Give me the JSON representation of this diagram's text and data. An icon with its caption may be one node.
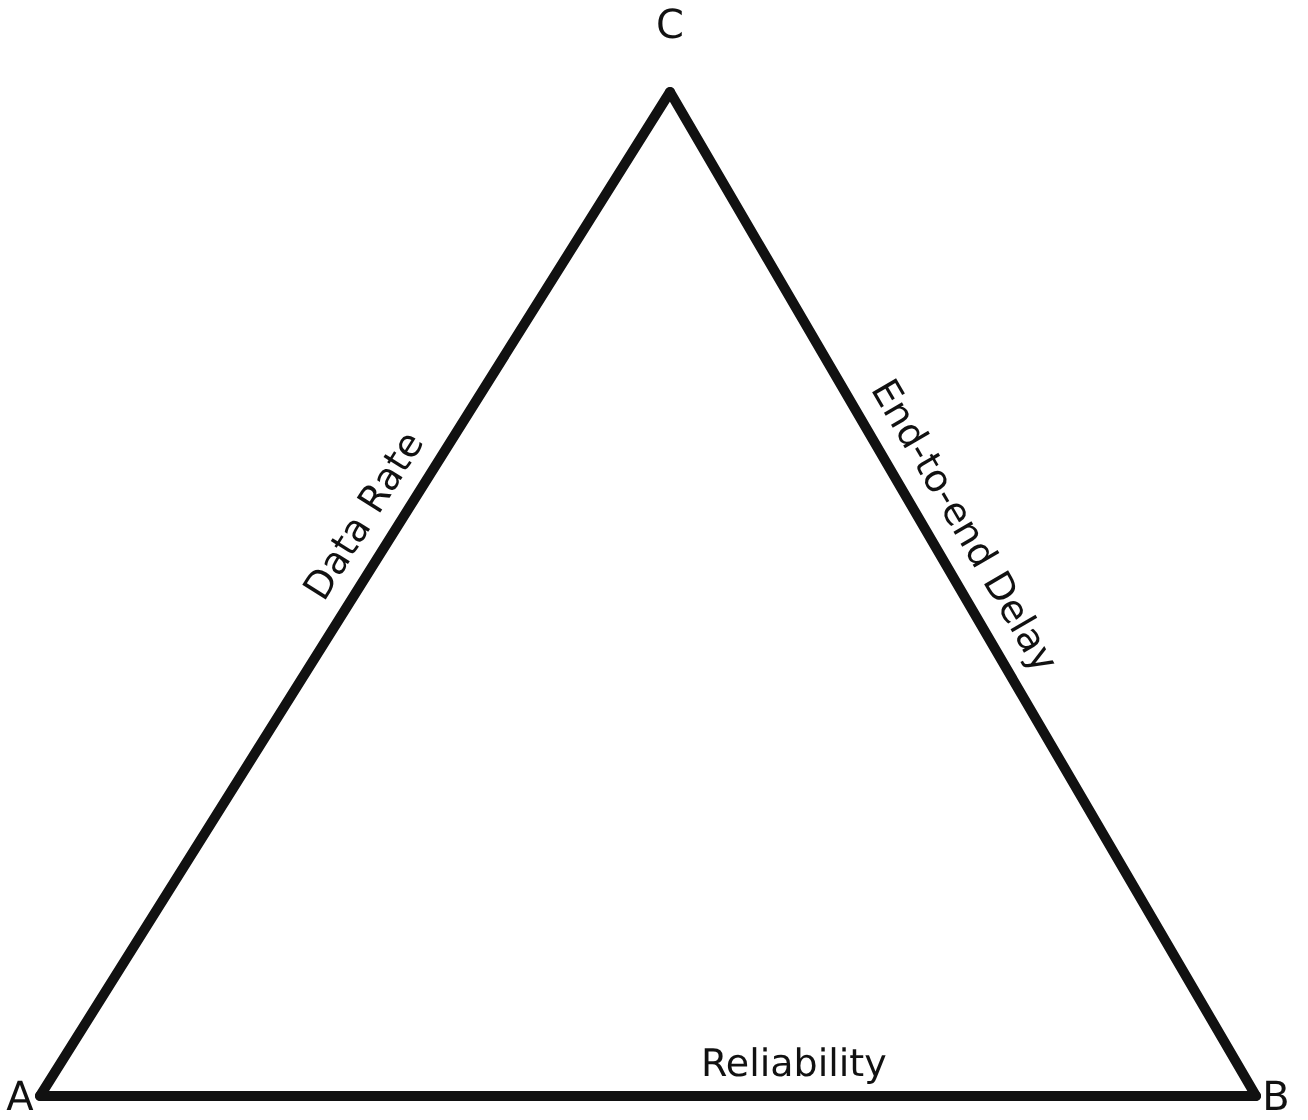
{
  "diagram": {
    "nodes": [
      {
        "text": [
          "C"
        ]
      },
      {
        "text": [
          "A"
        ]
      },
      {
        "text": [
          "B"
        ]
      }
    ],
    "edges": [
      {
        "from": 1,
        "to": 0,
        "arrow": "none",
        "label": "Data Rate"
      },
      {
        "from": 0,
        "to": 2,
        "arrow": "none",
        "label": "End-to-end Delay"
      },
      {
        "from": 1,
        "to": 2,
        "arrow": "none",
        "label": "Reliability"
      }
    ]
  }
}
